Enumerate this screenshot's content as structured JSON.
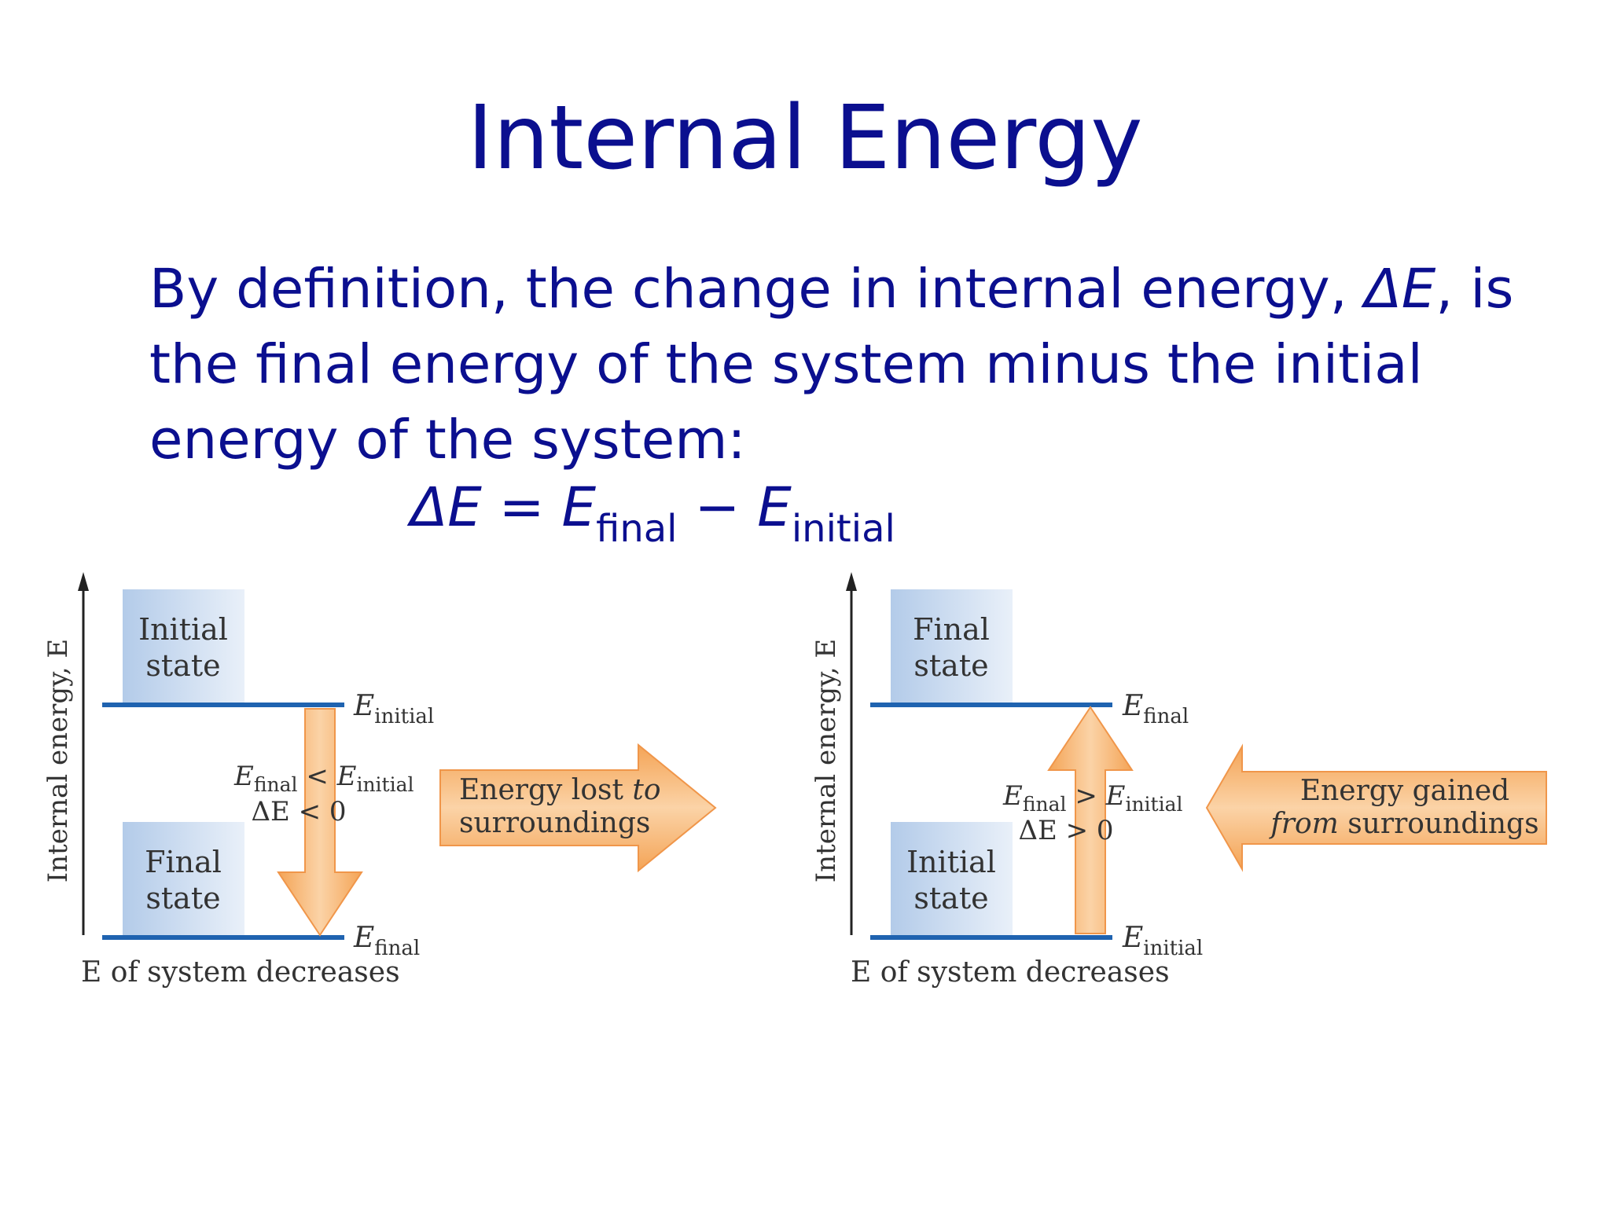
{
  "slide": {
    "title": "Internal Energy",
    "definition": {
      "before": "By definition, the change in internal energy, ",
      "symbol": "ΔE",
      "after": ", is the final energy of the system minus the initial energy of the system:"
    },
    "equation": {
      "lhs": "ΔE",
      "equals": " = ",
      "e1": "E",
      "e1_sub": "final",
      "minus": " − ",
      "e2": "E",
      "e2_sub": "initial"
    }
  },
  "diagrams": [
    {
      "y_axis_label": "Internal energy, E",
      "caption": "E of system decreases",
      "upper_box": [
        "Initial",
        "state"
      ],
      "lower_box": [
        "Final",
        "state"
      ],
      "upper_level": {
        "E": "E",
        "sub": "initial"
      },
      "lower_level": {
        "E": "E",
        "sub": "final"
      },
      "relation": {
        "E1": "E",
        "sub1": "final",
        "op": " < ",
        "E2": "E",
        "sub2": "initial"
      },
      "delta": "ΔE < 0",
      "energy_arrow_text": {
        "line1": "Energy lost ",
        "line1_italic": "to",
        "line2": "surroundings"
      }
    },
    {
      "y_axis_label": "Internal energy, E",
      "caption": "E of system decreases",
      "upper_box": [
        "Final",
        "state"
      ],
      "lower_box": [
        "Initial",
        "state"
      ],
      "upper_level": {
        "E": "E",
        "sub": "final"
      },
      "lower_level": {
        "E": "E",
        "sub": "initial"
      },
      "relation": {
        "E1": "E",
        "sub1": "final",
        "op": " > ",
        "E2": "E",
        "sub2": "initial"
      },
      "delta": "ΔE > 0",
      "energy_arrow_text": {
        "line1": "Energy gained",
        "line2_italic": "from",
        "line2": " surroundings"
      }
    }
  ],
  "colors": {
    "title_text": "#0b0f8f",
    "level_line": "#1f63b0",
    "arrow_orange": "#f5a65a",
    "box_blue": "#bcd2ec"
  }
}
